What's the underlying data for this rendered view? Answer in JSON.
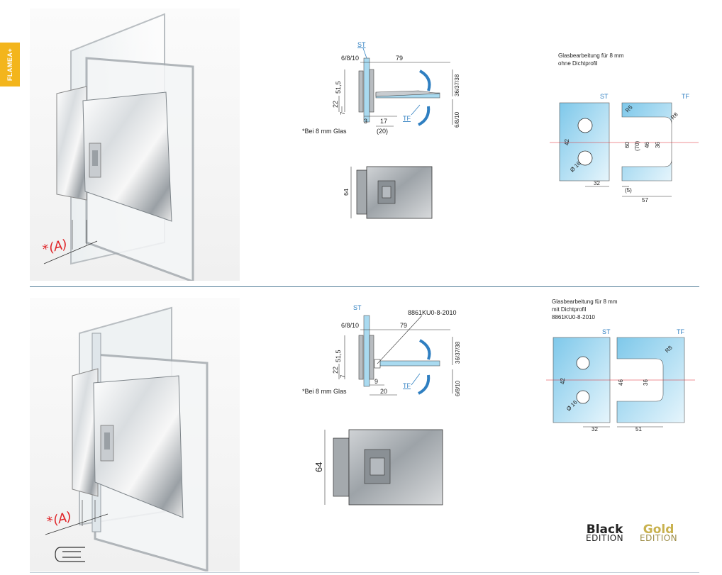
{
  "sidebar_tab": "FLAMEA+",
  "top": {
    "asterisk_label": "*(A)",
    "note": "*Bei 8 mm Glas",
    "processing_title_1": "Glasbearbeitung für 8 mm",
    "processing_title_2": "ohne Dichtprofil",
    "dims": {
      "st": "ST",
      "tf": "TF",
      "glass": "6/8/10",
      "w79": "79",
      "h515": "51,5",
      "h22": "22",
      "h7": "7",
      "w3": "3",
      "w17": "17",
      "w20": "(20)",
      "r1": "36/37/38",
      "r2": "6/8/10",
      "h64": "64"
    },
    "cut": {
      "st": "ST",
      "tf": "TF",
      "r5": "R5",
      "r8": "R8",
      "h42": "42",
      "d16": "Ø 16",
      "h60": "60",
      "h70": "(70)",
      "h46": "46",
      "h36": "36",
      "w32": "32",
      "w5": "(5)",
      "w57": "57"
    }
  },
  "bottom": {
    "asterisk_label": "*(A)",
    "note": "*Bei 8 mm Glas",
    "part_number": "8861KU0-8-2010",
    "processing_title_1": "Glasbearbeitung für 8 mm",
    "processing_title_2": "mit Dichtprofil",
    "processing_title_3": "8861KU0-8-2010",
    "dims": {
      "st": "ST",
      "tf": "TF",
      "glass": "6/8/10",
      "w79": "79",
      "h515": "51,5",
      "h22": "22",
      "h7": "7",
      "w9": "9",
      "w20": "20",
      "r1": "36/37/38",
      "r2": "6/8/10",
      "h64": "64"
    },
    "cut": {
      "st": "ST",
      "tf": "TF",
      "r8": "R8",
      "h42": "42",
      "d16": "Ø 16",
      "h46": "46",
      "h36": "36",
      "w32": "32",
      "w51": "51"
    }
  },
  "editions": {
    "black_1": "Black",
    "black_2": "EDITION",
    "gold_1": "Gold",
    "gold_2": "EDITION"
  },
  "colors": {
    "accent_tab": "#f3b51c",
    "divider": "#4f7a96",
    "glass_blue": "#a9daf0",
    "arrow_blue": "#2f7fc1",
    "asterisk_red": "#e0262a"
  }
}
